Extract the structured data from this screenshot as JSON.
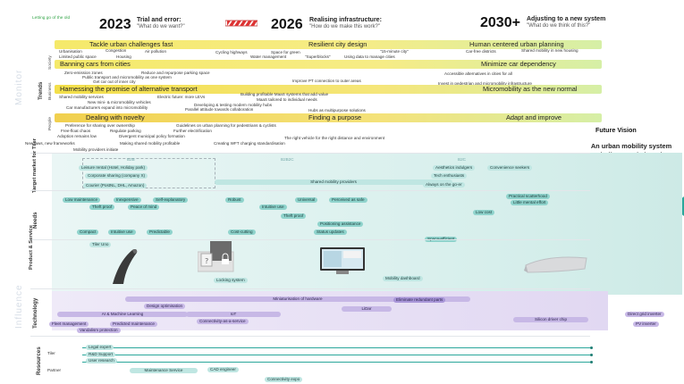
{
  "header": {
    "corner_label": "Letting go of the old",
    "phases": [
      {
        "year": "2023",
        "title": "Trial and error:",
        "subtitle": "\"What do we want?\""
      },
      {
        "year": "2026",
        "title": "Realising infrastructure:",
        "subtitle": "\"How do we make this work?\""
      },
      {
        "year": "2030+",
        "title": "Adjusting to a new system",
        "subtitle": "\"What do we think of this?\""
      }
    ]
  },
  "sections": {
    "monitor": "Monitor",
    "influence": "Influence",
    "trends": "Trends",
    "society": "Society",
    "business": "Business",
    "people": "People",
    "target": "Target market for Tiler",
    "needs": "Needs",
    "product": "Product & Service",
    "technology": "Technology",
    "resources": "Resources",
    "tiler": "Tiler",
    "partner": "Partner"
  },
  "trends": {
    "society": {
      "main": [
        "Tackle urban challenges fast",
        "Resilient city design",
        "Human centered urban planning",
        "Banning cars from cities",
        "Minimize car dependency"
      ],
      "small": [
        "Urbanisation",
        "Congestion",
        "Air pollution",
        "Cycling highways",
        "Space for green",
        "\"15-minute city\"",
        "Car-free districts",
        "Shared mobility in new housing",
        "Limited public space",
        "Housing",
        "Water management",
        "\"Superblocks\"",
        "Using data to manage cities"
      ]
    },
    "business": {
      "main": [
        "Harnessing the promise of alternative transport",
        "Micromobility as the new normal"
      ],
      "small": [
        "Zero-emission zones",
        "Reduce and repurpose parking space",
        "Accessible alternatives in cities for all",
        "Public transport and micromobility as one system",
        "Get car out of inner city",
        "Improve PT connection to outer areas",
        "Invest in pedestrian and micromobility infrastructure",
        "Shared mobility services",
        "Building profitable MaaS systems that add value",
        "Electric future: more LEVs",
        "MaaS tailored to individual needs",
        "New mini- & micromobility vehicles",
        "Car manufacturers expand into micromobility",
        "Developing & testing modern mobility hubs",
        "Parallel attitude towards collaboration",
        "Hubs as multipurpose solutions"
      ]
    },
    "people": {
      "main": [
        "Dealing with novelty",
        "Finding a purpose",
        "Adapt and improve"
      ],
      "small": [
        "Preference for sharing over ownership",
        "Guidelines on urban planning for pedestrians & cyclists",
        "Free-float chaos",
        "Regulate parking",
        "Further electrification",
        "Adoption remains low",
        "Divergent municipal policy formation",
        "The right vehicle for the right distance and environment",
        "New laws, new frameworks",
        "Making shared mobility profitable",
        "Creating WFT charging standardisation",
        "Mobility providers initiate"
      ]
    }
  },
  "target": {
    "b2b": "B2B",
    "b2b2c": "B2B2C",
    "b2c": "B2C",
    "items": [
      "Leisure rental (Hotel, Holiday park)",
      "Corporate sharing (company X)",
      "Courier (PostNL, DHL, Amazon)",
      "Shared mobility providers",
      "Aesthetics indulgers",
      "Convenience seekers",
      "Tech enthusiasts",
      "Always on the go-er"
    ]
  },
  "needs": {
    "items": [
      "Low maintenance",
      "Inexpensive",
      "Self-explanatory",
      "Robust",
      "Theft proof",
      "Peace of mind",
      "Intuitive use",
      "Universal",
      "Perceived as safe",
      "Theft proof",
      "Practical scatterhood",
      "Little mental effort",
      "Compact",
      "Intuitive use",
      "Predictable",
      "Cost-cutting",
      "Positioning assistance",
      "Status updates",
      "Low cost",
      "Space-efficient"
    ]
  },
  "product": {
    "items": [
      "Tiler Uno",
      "Locking system",
      "Mobility dashboard"
    ]
  },
  "technology": {
    "items": [
      "Miniaturisation of hardware",
      "Eliminate redundant parts",
      "Design optimisation",
      "LiDar",
      "AI & Machine Learning",
      "IoT",
      "Fleet management",
      "Predicted maintenance",
      "Connectivity-as-a-service",
      "Silicon driver chip",
      "Vandalism protection",
      "Direct grid inverter",
      "PV inverter"
    ]
  },
  "resources": {
    "tiler_items": [
      "Legal expert",
      "R&D Support",
      "User research"
    ],
    "partner_items": [
      "Maintenance Service",
      "CAD engineer",
      "Connectivity expo"
    ]
  },
  "vision": {
    "title": "Future Vision",
    "text": "An urban mobility system built around shared electric micromobility to support/enable healthy, liveable and accessible cities"
  },
  "colors": {
    "society_band": "#f5e96a",
    "business_band": "#f3df4a",
    "people_band": "#f1d04e",
    "trend_gradient_end": "#cdeea0",
    "teal": "#8fd3cc",
    "teal_dark": "#2aa79b",
    "purple": "#c7b8e6"
  }
}
